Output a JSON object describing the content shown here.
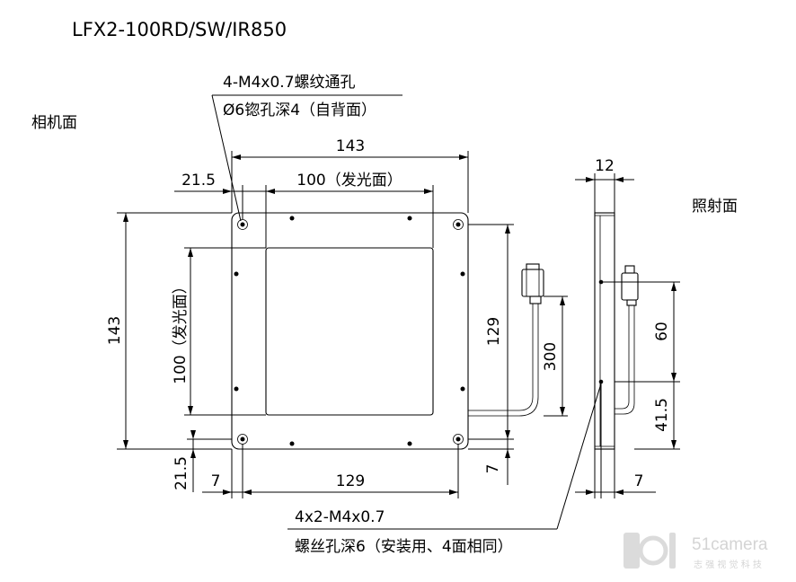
{
  "title": "LFX2-100RD/SW/IR850",
  "views": {
    "front_label": "相机面",
    "side_label": "照射面"
  },
  "callouts": {
    "top_line1": "4-M4x0.7螺纹通孔",
    "top_line2": "Ø6锪孔深4（自背面）",
    "bottom_line1": "4x2-M4x0.7",
    "bottom_line2": "螺丝孔深6（安装用、4面相同）"
  },
  "dimensions": {
    "overall_width": "143",
    "emitting_width": "100（发光面）",
    "left_offset": "21.5",
    "overall_height": "143",
    "emitting_height": "100（发光面）",
    "right_hole_pitch": "129",
    "cable_length": "300",
    "bottom_offset": "21.5",
    "bottom_edge": "7",
    "bottom_hole_pitch": "129",
    "right_edge": "7",
    "side_thickness": "12",
    "side_connector": "60",
    "side_bottom": "41.5",
    "side_edge": "7"
  },
  "watermark": {
    "brand": "51camera",
    "tagline": "志 强 视 觉 科 技"
  },
  "colors": {
    "line": "#000000",
    "watermark": "#d8d8d8"
  }
}
